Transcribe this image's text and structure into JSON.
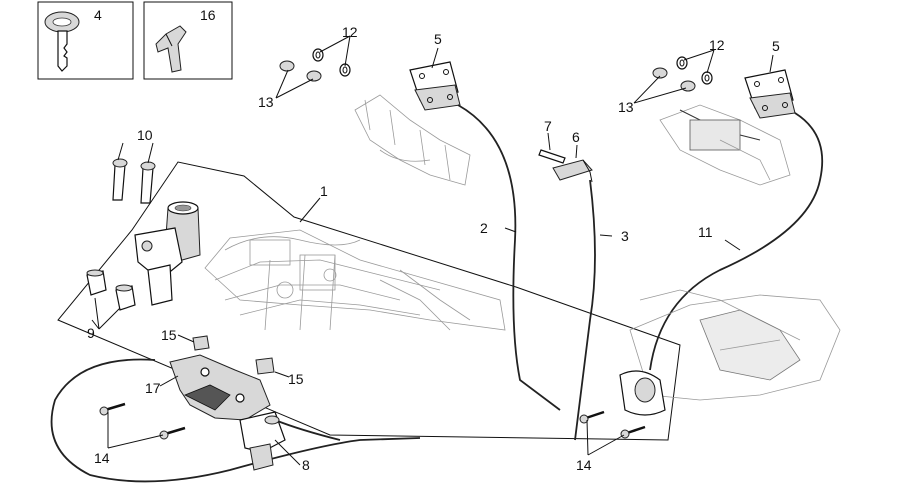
{
  "callouts": {
    "c1": "1",
    "c2": "2",
    "c3": "3",
    "c4": "4",
    "c5a": "5",
    "c5b": "5",
    "c6": "6",
    "c7": "7",
    "c8": "8",
    "c9": "9",
    "c10": "10",
    "c11": "11",
    "c12a": "12",
    "c12b": "12",
    "c13a": "13",
    "c13b": "13",
    "c14a": "14",
    "c14b": "14",
    "c15a": "15",
    "c15b": "15",
    "c16": "16",
    "c17": "17"
  }
}
